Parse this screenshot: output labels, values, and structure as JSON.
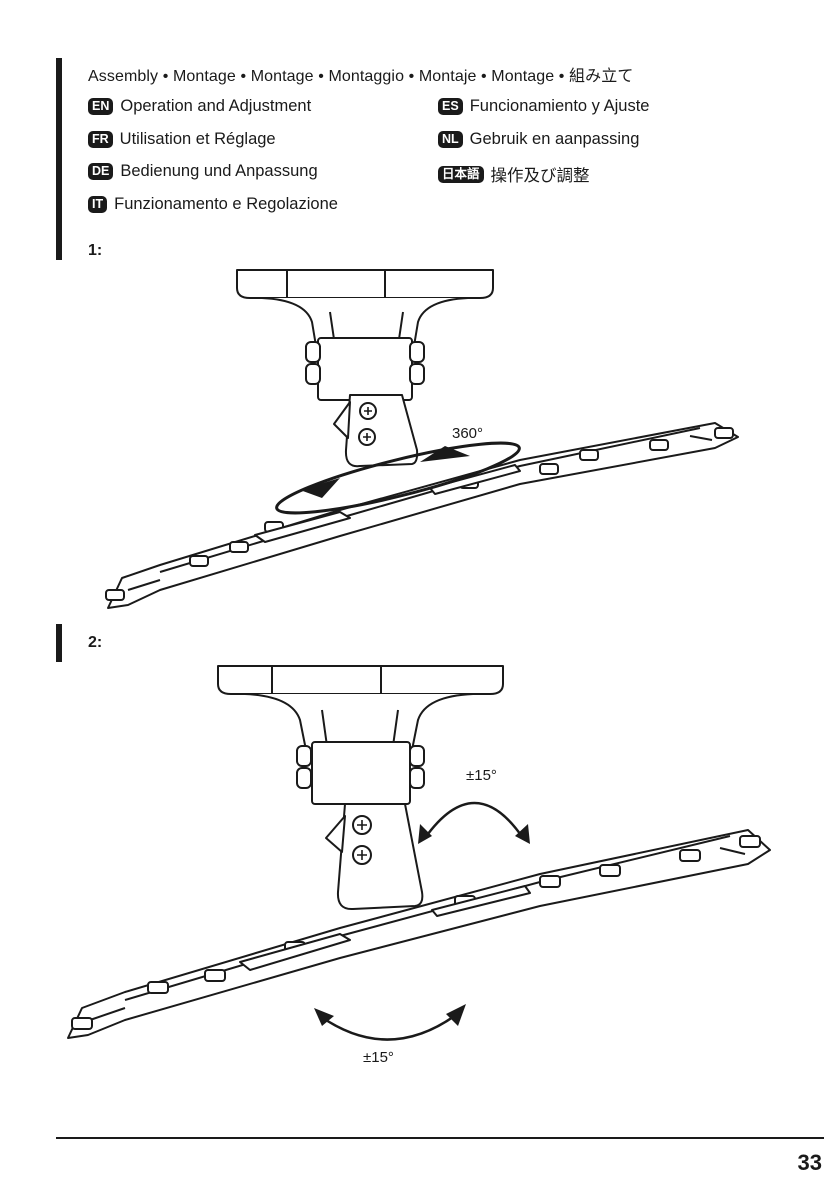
{
  "header": {
    "title": "Assembly • Montage • Montage • Montaggio • Montaje • Montage • 組み立て"
  },
  "languages": [
    {
      "code": "EN",
      "label": "Operation and Adjustment"
    },
    {
      "code": "FR",
      "label": "Utilisation et Réglage"
    },
    {
      "code": "DE",
      "label": "Bedienung und Anpassung"
    },
    {
      "code": "IT",
      "label": "Funzionamento e Regolazione"
    },
    {
      "code": "ES",
      "label": "Funcionamiento y Ajuste"
    },
    {
      "code": "NL",
      "label": "Gebruik en aanpassing"
    },
    {
      "code": "日本語",
      "label": "操作及び調整"
    }
  ],
  "steps": [
    {
      "label": "1:",
      "annotation": "360°"
    },
    {
      "label": "2:",
      "annotation_tilt": "±15°",
      "annotation_swivel": "±15°"
    }
  ],
  "footer": {
    "page_number": "33"
  },
  "colors": {
    "ink": "#1a1a1a",
    "paper": "#ffffff"
  }
}
